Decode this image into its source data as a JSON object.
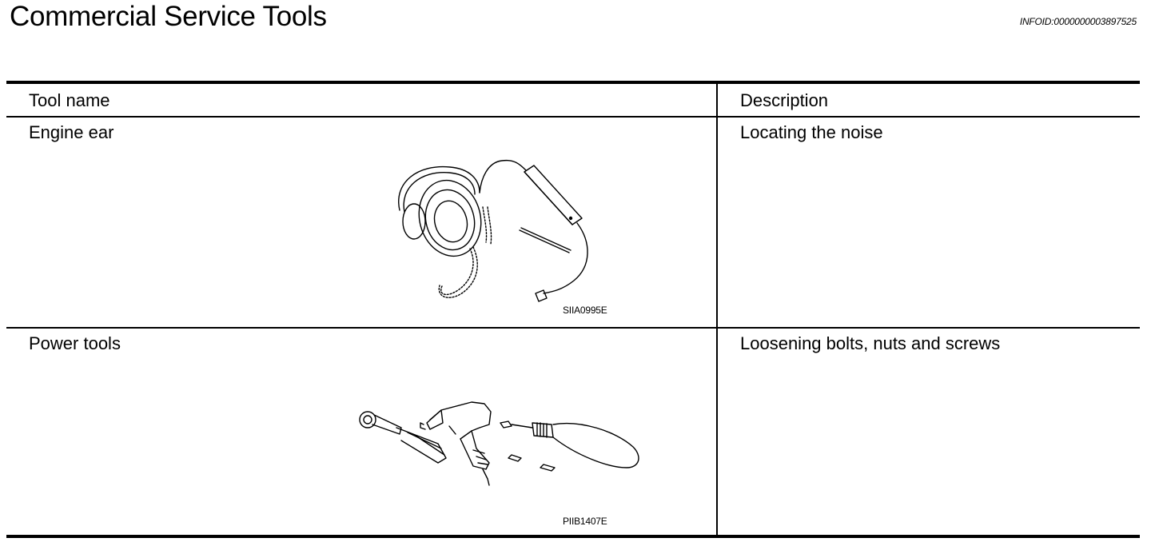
{
  "page": {
    "title": "Commercial Service Tools",
    "info_id": "INFOID:0000000003897525"
  },
  "table": {
    "headers": {
      "tool_name": "Tool name",
      "description": "Description"
    },
    "rows": [
      {
        "tool_name": "Engine ear",
        "description": "Locating the noise",
        "figure_code": "SIIA0995E",
        "figure_icon": "engine-ear-headphones-illustration"
      },
      {
        "tool_name": "Power tools",
        "description": "Loosening bolts, nuts and screws",
        "figure_code": "PIIB1407E",
        "figure_icon": "power-tools-illustration"
      }
    ]
  }
}
